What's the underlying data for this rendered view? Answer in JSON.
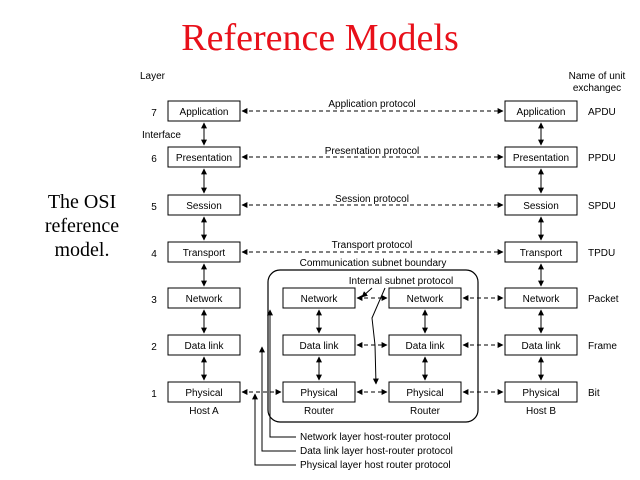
{
  "title": "Reference Models",
  "caption": [
    "The OSI",
    "reference",
    "model."
  ],
  "headers": {
    "layer": "Layer",
    "interface": "Interface",
    "unit_exchanged": [
      "Name of unit",
      "exchangec"
    ]
  },
  "layers": [
    {
      "num": "7",
      "name": "Application",
      "unit": "APDU",
      "protocol": "Application protocol"
    },
    {
      "num": "6",
      "name": "Presentation",
      "unit": "PPDU",
      "protocol": "Presentation protocol"
    },
    {
      "num": "5",
      "name": "Session",
      "unit": "SPDU",
      "protocol": "Session protocol"
    },
    {
      "num": "4",
      "name": "Transport",
      "unit": "TPDU",
      "protocol": "Transport protocol"
    },
    {
      "num": "3",
      "name": "Network",
      "unit": "Packet"
    },
    {
      "num": "2",
      "name": "Data link",
      "unit": "Frame"
    },
    {
      "num": "1",
      "name": "Physical",
      "unit": "Bit"
    }
  ],
  "router_layers": [
    "Network",
    "Data link",
    "Physical"
  ],
  "host_a": "Host A",
  "host_b": "Host B",
  "router_label": "Router",
  "subnet_boundary": "Communication subnet boundary",
  "internal_subnet_protocol": "Internal subnet protocol",
  "host_router_protocols": [
    "Network layer host-router protocol",
    "Data link layer host-router protocol",
    "Physical layer host router protocol"
  ]
}
